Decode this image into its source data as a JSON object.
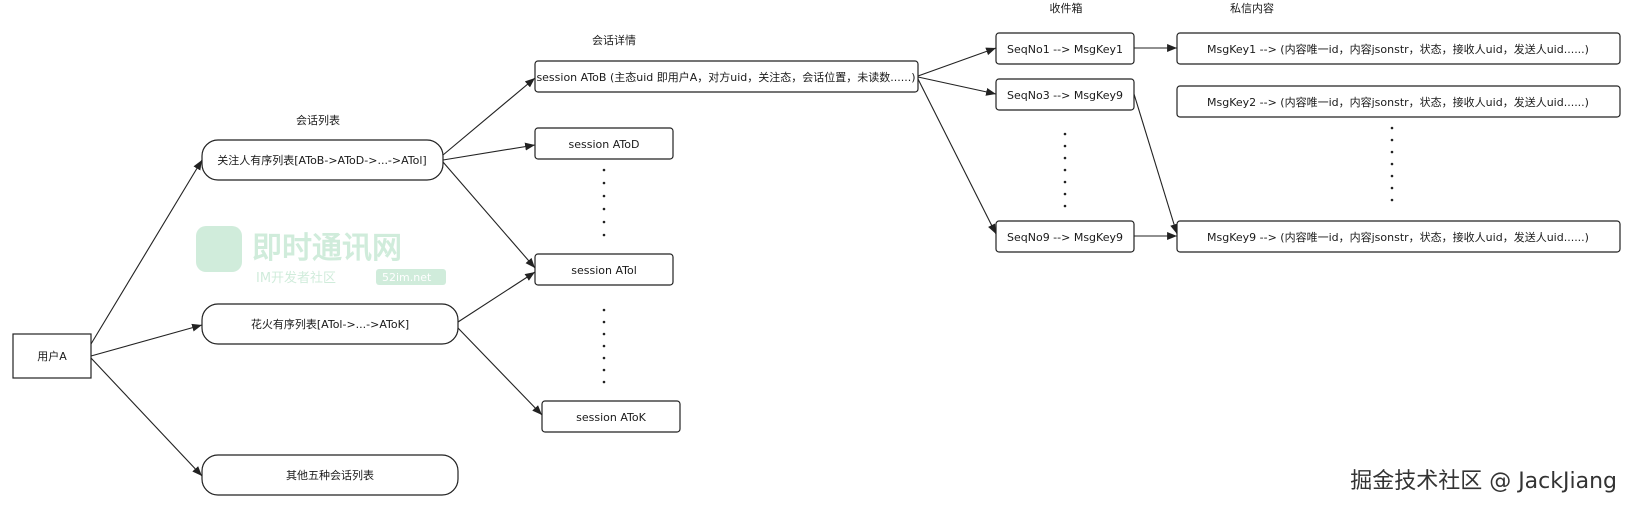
{
  "titles": {
    "session_list": "会话列表",
    "session_detail": "会话详情",
    "inbox": "收件箱",
    "private_msg": "私信内容"
  },
  "nodes": {
    "user_a": "用户A",
    "follow_list": "关注人有序列表[AToB->AToD->...->ATol]",
    "fire_list": "花火有序列表[ATol->...->AToK]",
    "other_list": "其他五种会话列表",
    "session_atob": "session AToB (主态uid 即用户A，对方uid，关注态，会话位置，未读数......)",
    "session_atod": "session AToD",
    "session_atol": "session ATol",
    "session_atok": "session AToK",
    "seq1": "SeqNo1 --> MsgKey1",
    "seq3": "SeqNo3 --> MsgKey9",
    "seq9": "SeqNo9 --> MsgKey9",
    "msg1": "MsgKey1 --> (内容唯一id，内容jsonstr，状态，接收人uid，发送人uid......)",
    "msg2": "MsgKey2 --> (内容唯一id，内容jsonstr，状态，接收人uid，发送人uid......)",
    "msg9": "MsgKey9 --> (内容唯一id，内容jsonstr，状态，接收人uid，发送人uid......)"
  },
  "watermark": {
    "logo_text": "即时通讯网",
    "logo_sub": "IM开发者社区",
    "logo_badge": "52im.net"
  },
  "footer": "掘金技术社区 @ JackJiang",
  "colors": {
    "stroke": "#222222",
    "watermark_green": "#7bc99a"
  }
}
